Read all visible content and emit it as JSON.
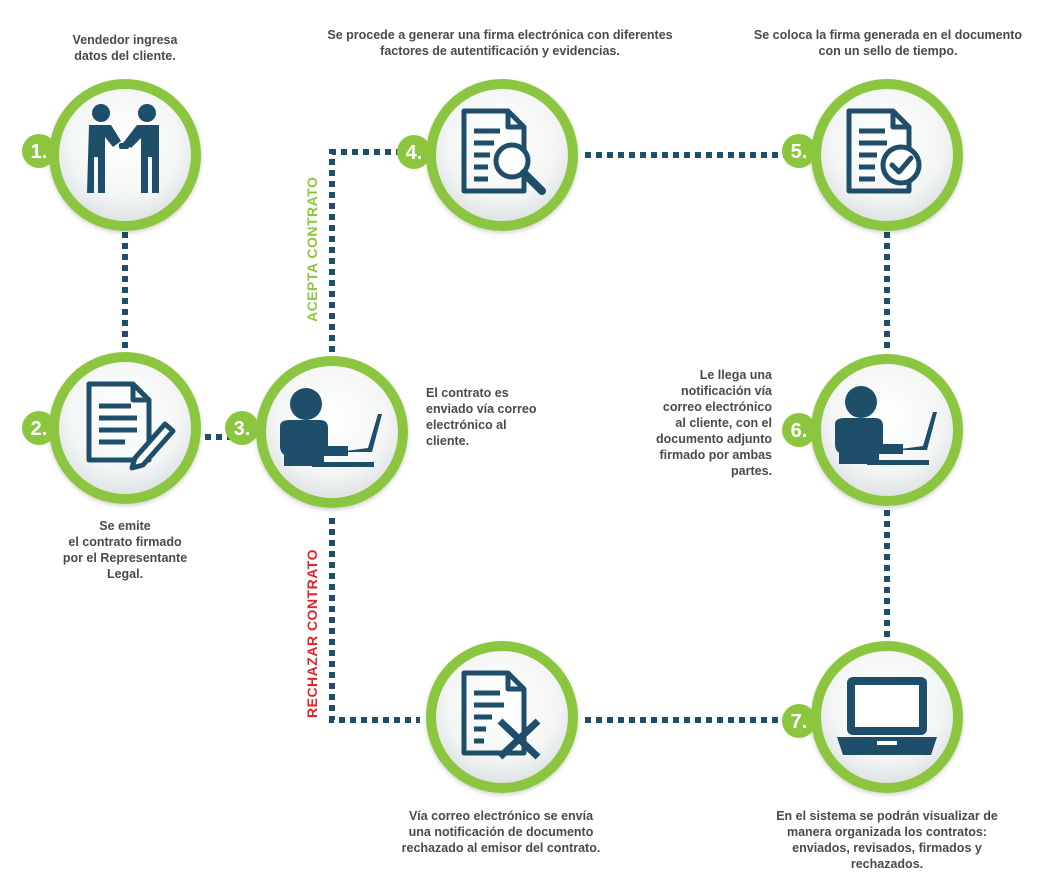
{
  "colors": {
    "ring": "#8cc63f",
    "icon": "#1f4e6b",
    "connector": "#1f4e6b",
    "accept_label": "#8cc63f",
    "reject_label": "#e0262b",
    "caption": "#4a4a4a"
  },
  "steps": [
    {
      "number": "1.",
      "icon": "handshake-icon",
      "caption_lines": [
        "Vendedor ingresa",
        "datos del cliente."
      ]
    },
    {
      "number": "2.",
      "icon": "document-pen-icon",
      "caption_lines": [
        "Se emite",
        "el contrato firmado",
        "por el Representante",
        "Legal."
      ]
    },
    {
      "number": "3.",
      "icon": "person-laptop-icon",
      "caption_lines": [
        "El contrato es",
        "enviado vía correo",
        "electrónico al",
        "cliente."
      ]
    },
    {
      "number": "4.",
      "icon": "document-magnifier-icon",
      "caption_lines": [
        "Se procede a generar una firma electrónica con diferentes",
        "factores de autentificación y evidencias."
      ]
    },
    {
      "number": "5.",
      "icon": "document-check-icon",
      "caption_lines": [
        "Se coloca la firma generada en el documento",
        "con un sello de tiempo."
      ]
    },
    {
      "number": "6.",
      "icon": "person-laptop-icon",
      "caption_lines": [
        "Le llega una",
        "notificación vía",
        "correo electrónico",
        "al cliente, con el",
        "documento adjunto",
        "firmado por ambas",
        "partes."
      ]
    },
    {
      "number": "7.",
      "icon": "laptop-icon",
      "caption_lines": [
        "En el sistema se podrán visualizar de",
        "manera organizada los contratos:",
        "enviados, revisados, firmados y",
        "rechazados."
      ]
    }
  ],
  "reject_node": {
    "icon": "document-x-icon",
    "caption_lines": [
      "Vía correo electrónico se envía",
      "una notificación de documento",
      "rechazado al emisor del contrato."
    ]
  },
  "branch_labels": {
    "accept": "ACEPTA CONTRATO",
    "reject": "RECHAZAR CONTRATO"
  }
}
